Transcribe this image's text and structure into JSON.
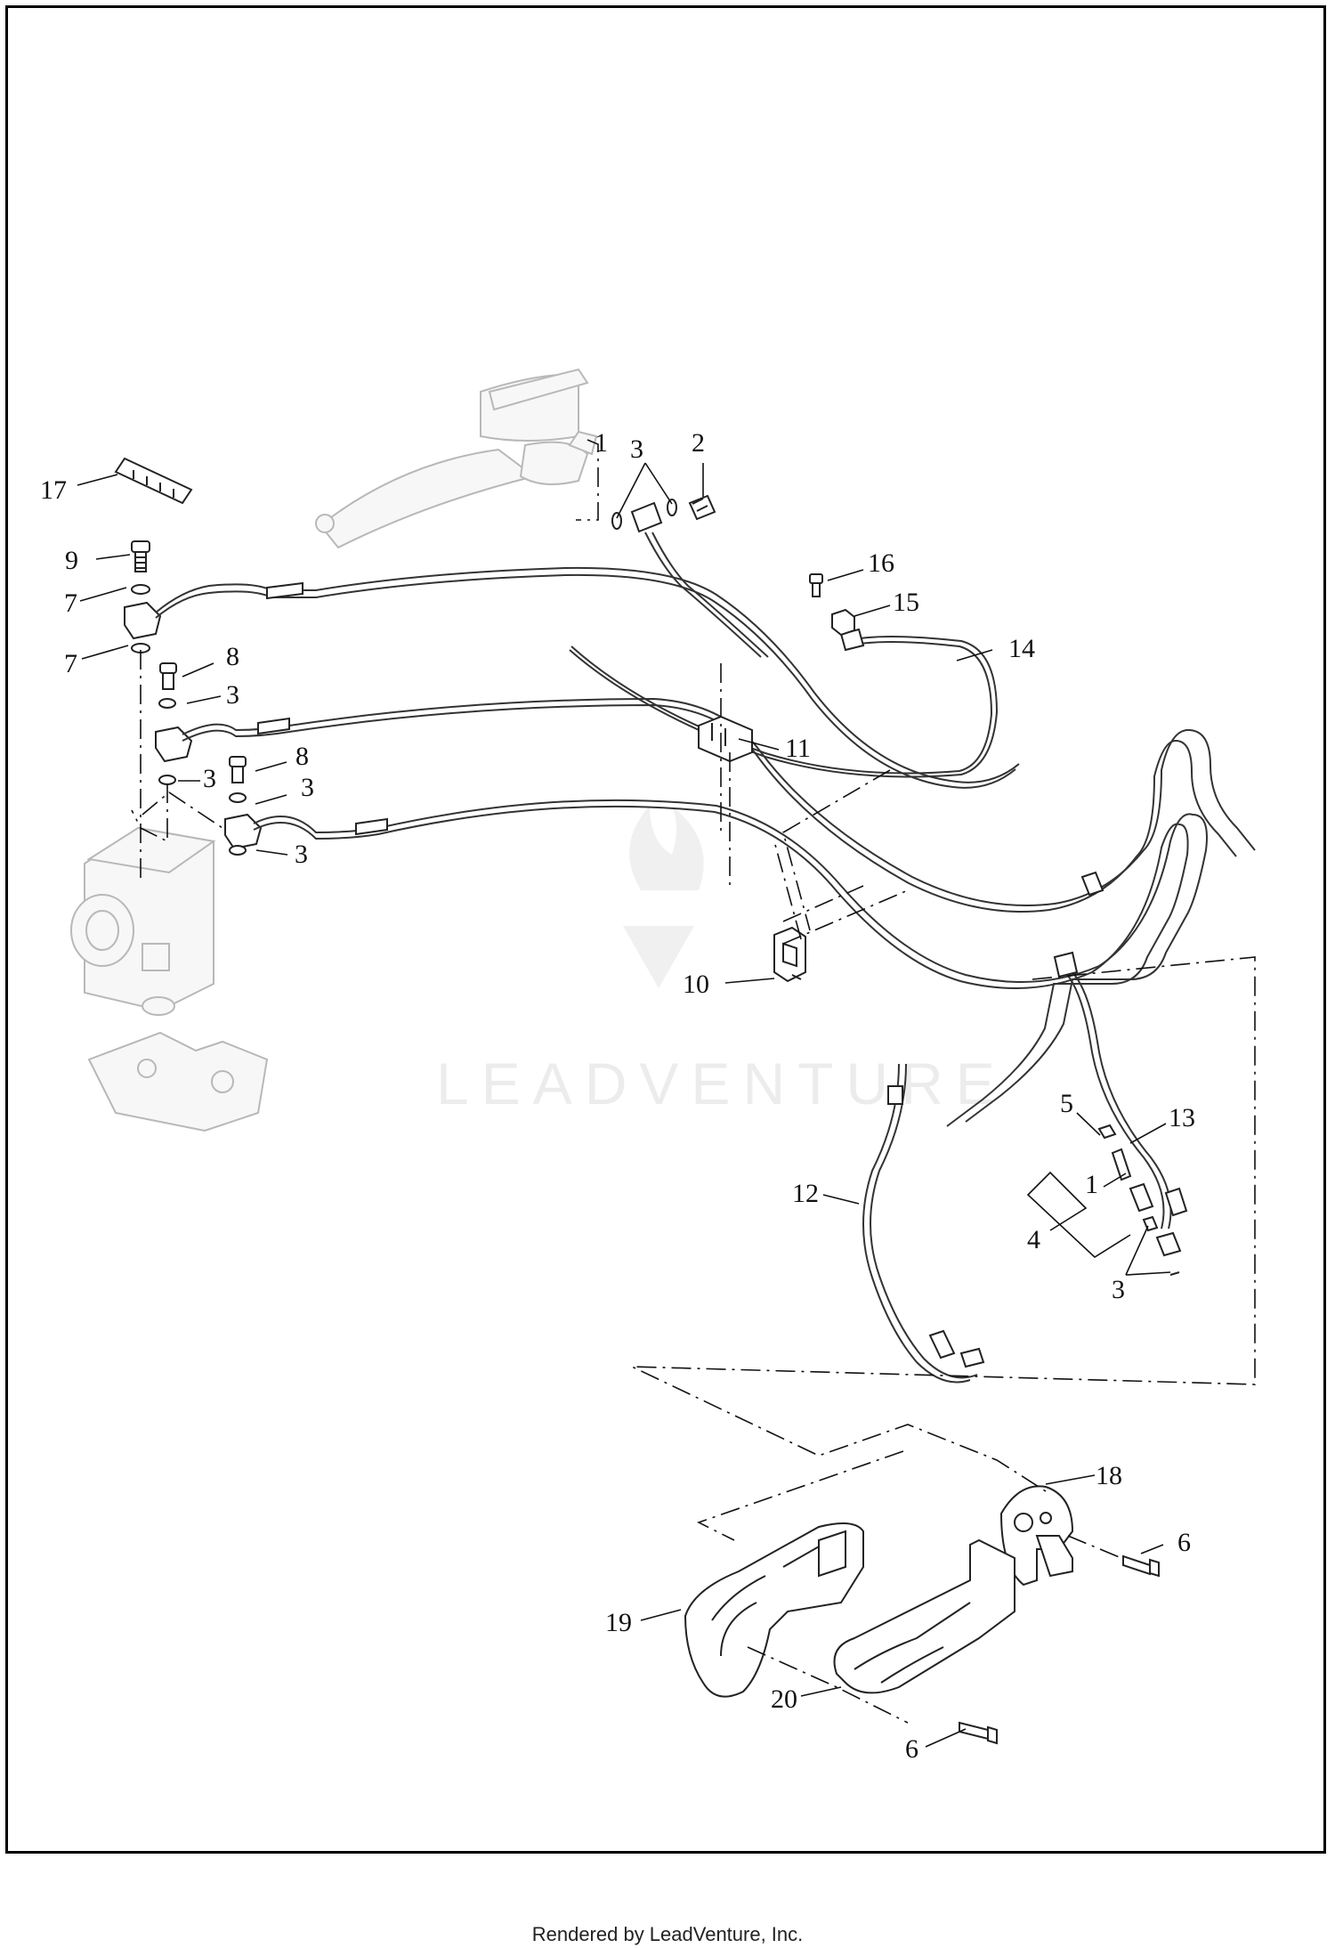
{
  "watermark": "LEADVENTURE",
  "footer": "Rendered by LeadVenture, Inc.",
  "callouts": [
    {
      "id": "c1a",
      "label": "1"
    },
    {
      "id": "c2",
      "label": "2"
    },
    {
      "id": "c3a",
      "label": "3"
    },
    {
      "id": "c16",
      "label": "16"
    },
    {
      "id": "c15",
      "label": "15"
    },
    {
      "id": "c14",
      "label": "14"
    },
    {
      "id": "c17",
      "label": "17"
    },
    {
      "id": "c9",
      "label": "9"
    },
    {
      "id": "c7a",
      "label": "7"
    },
    {
      "id": "c7b",
      "label": "7"
    },
    {
      "id": "c8a",
      "label": "8"
    },
    {
      "id": "c3b",
      "label": "3"
    },
    {
      "id": "c3c",
      "label": "3"
    },
    {
      "id": "c8b",
      "label": "8"
    },
    {
      "id": "c3d",
      "label": "3"
    },
    {
      "id": "c3e",
      "label": "3"
    },
    {
      "id": "c11",
      "label": "11"
    },
    {
      "id": "c10",
      "label": "10"
    },
    {
      "id": "c5",
      "label": "5"
    },
    {
      "id": "c13",
      "label": "13"
    },
    {
      "id": "c1b",
      "label": "1"
    },
    {
      "id": "c12",
      "label": "12"
    },
    {
      "id": "c4",
      "label": "4"
    },
    {
      "id": "c3f",
      "label": "3"
    },
    {
      "id": "c18",
      "label": "18"
    },
    {
      "id": "c6a",
      "label": "6"
    },
    {
      "id": "c19",
      "label": "19"
    },
    {
      "id": "c20",
      "label": "20"
    },
    {
      "id": "c6b",
      "label": "6"
    }
  ]
}
